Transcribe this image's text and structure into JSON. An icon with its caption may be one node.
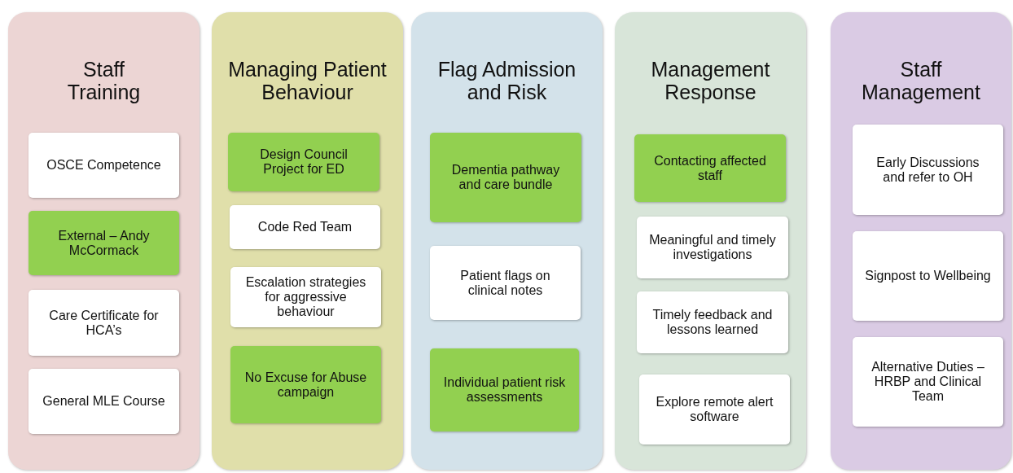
{
  "diagram": {
    "nodes": [
      {
        "text": [
          "Staff Training"
        ]
      },
      {
        "text": [
          "OSCE Competence"
        ],
        "in": 0
      },
      {
        "text": [
          "External – Andy McCormack"
        ],
        "in": 0
      },
      {
        "text": [
          "Care Certificate for HCA’s"
        ],
        "in": 0
      },
      {
        "text": [
          "General MLE Course"
        ],
        "in": 0
      },
      {
        "text": [
          "Managing Patient Behaviour"
        ]
      },
      {
        "text": [
          "Design Council Project for ED"
        ],
        "in": 5
      },
      {
        "text": [
          "Code Red Team"
        ],
        "in": 5
      },
      {
        "text": [
          "Escalation strategies for aggressive behaviour"
        ],
        "in": 5
      },
      {
        "text": [
          "No Excuse for Abuse campaign"
        ],
        "in": 5
      },
      {
        "text": [
          "Flag Admission and Risk"
        ]
      },
      {
        "text": [
          "Dementia pathway and care bundle"
        ],
        "in": 10
      },
      {
        "text": [
          "Patient flags on clinical notes"
        ],
        "in": 10
      },
      {
        "text": [
          "Individual patient risk assessments"
        ],
        "in": 10
      },
      {
        "text": [
          "Management Response"
        ]
      },
      {
        "text": [
          "Contacting affected staff"
        ],
        "in": 14
      },
      {
        "text": [
          "Meaningful and timely investigations"
        ],
        "in": 14
      },
      {
        "text": [
          "Timely feedback and lessons learned"
        ],
        "in": 14
      },
      {
        "text": [
          "Explore remote alert software"
        ],
        "in": 14
      },
      {
        "text": [
          "Staff Management"
        ]
      },
      {
        "text": [
          "Early Discussions and refer to OH"
        ],
        "in": 19
      },
      {
        "text": [
          "Signpost to Wellbeing"
        ],
        "in": 19
      },
      {
        "text": [
          "Alternative Duties – HRBP and Clinical Team"
        ],
        "in": 19
      }
    ]
  }
}
